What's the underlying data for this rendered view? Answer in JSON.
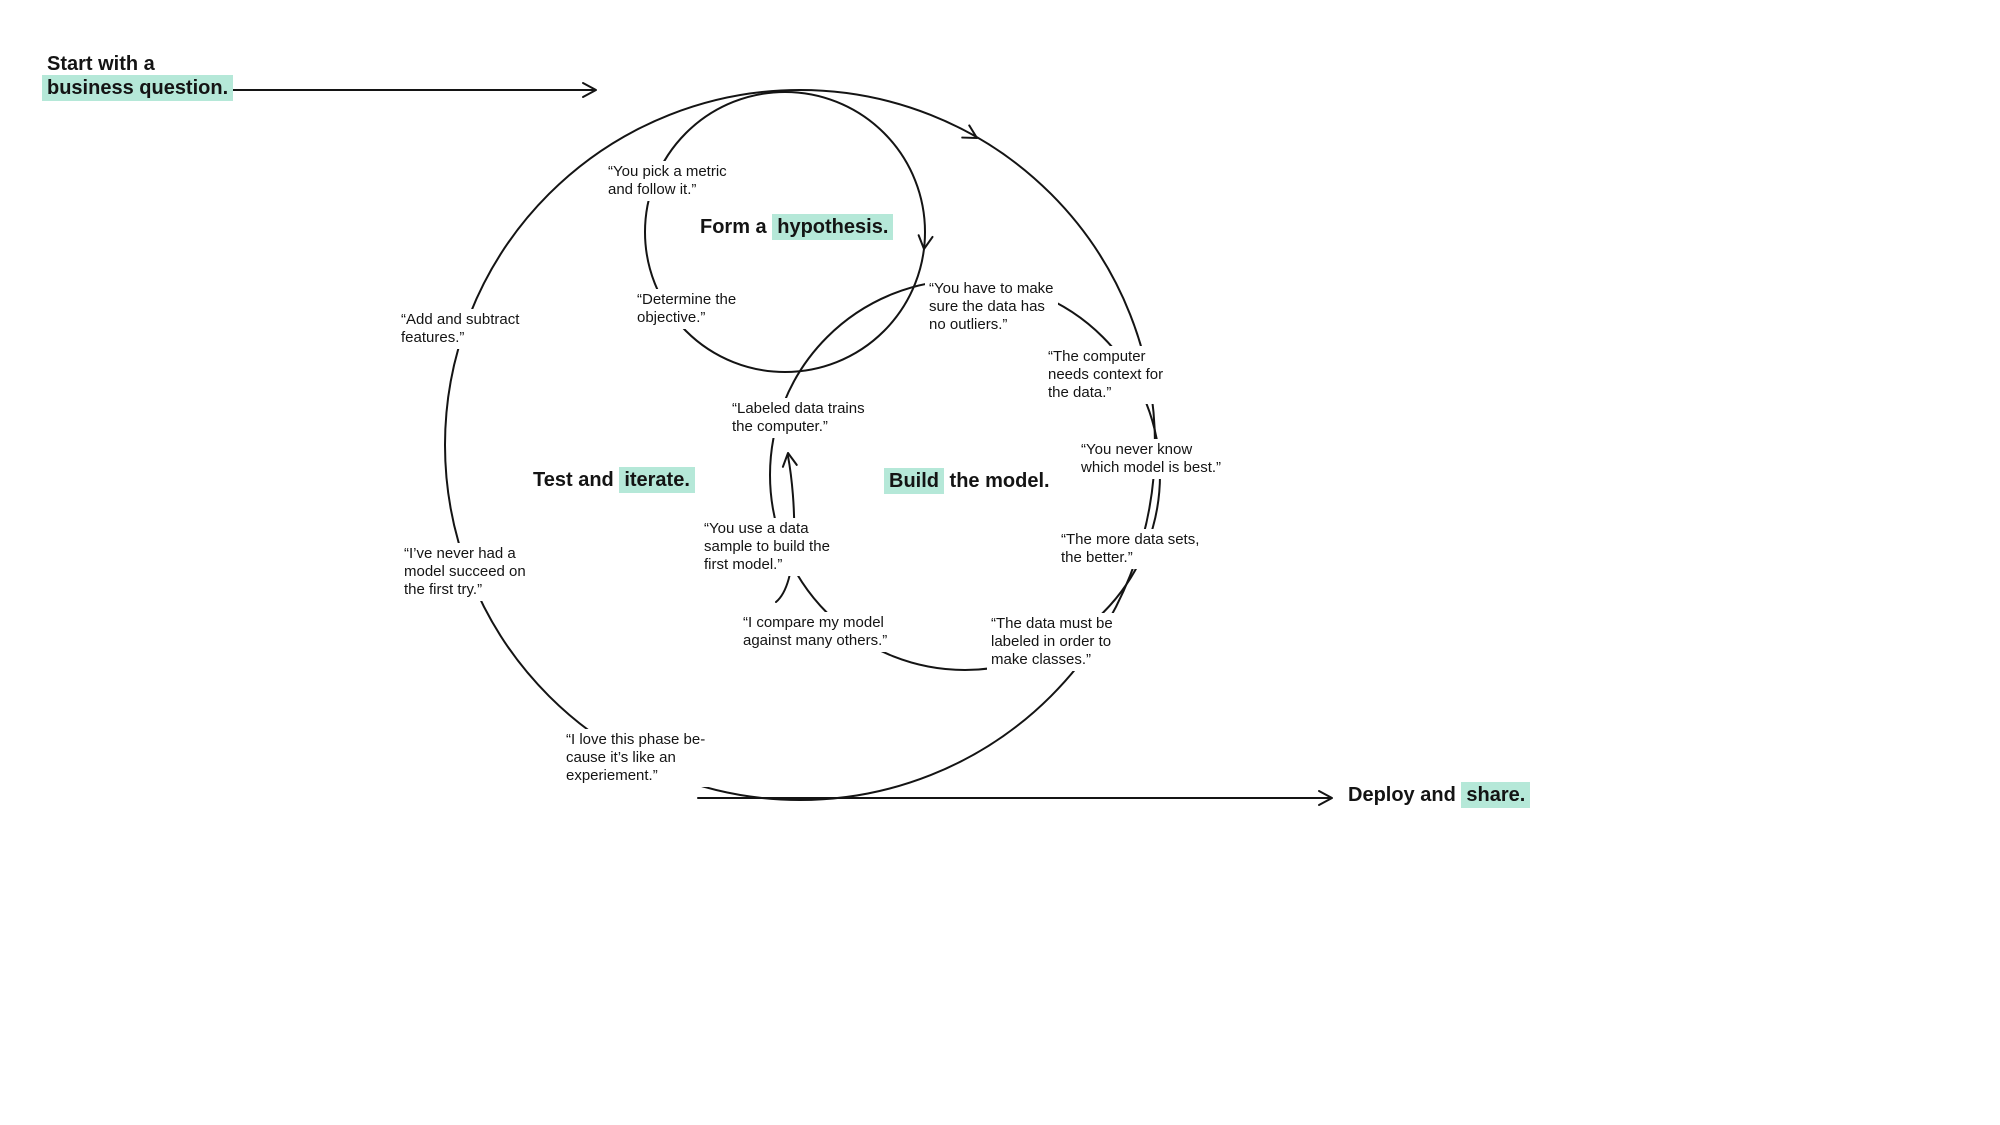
{
  "diagram": {
    "title": "Machine learning workflow loop",
    "colors": {
      "highlight": "#b5e8d8",
      "ink": "#141414",
      "background": "#ffffff"
    }
  },
  "stages": {
    "start": {
      "line1": "Start with a",
      "line2": "business question."
    },
    "hypothesis": {
      "pre": "Form a ",
      "highlight": "hypothesis."
    },
    "iterate": {
      "pre": "Test and ",
      "highlight": "iterate."
    },
    "build": {
      "highlight": "Build",
      "post": " the model."
    },
    "deploy": {
      "pre": "Deploy and ",
      "highlight": "share."
    }
  },
  "quotes": {
    "metric": {
      "text": "“You pick a metric\nand follow it.”"
    },
    "objective": {
      "text": "“Determine the\nobjective.”"
    },
    "outliers": {
      "text": "“You have to make\nsure the data has\nno outliers.”"
    },
    "context": {
      "text": "“The computer\nneeds context for\nthe data.”"
    },
    "features": {
      "text": "“Add and subtract\nfeatures.”"
    },
    "labeled": {
      "text": "“Labeled data trains\nthe computer.”"
    },
    "best": {
      "text": "“You never know\nwhich model is best.”"
    },
    "sample": {
      "text": "“You use a data\nsample to build the\nfirst model.”"
    },
    "datasets": {
      "text": "“The more data sets,\nthe better.”"
    },
    "firsttry": {
      "text": "“I’ve never had a\nmodel succeed on\nthe first try.”"
    },
    "compare": {
      "text": "“I compare my model\nagainst many others.”"
    },
    "classes": {
      "text": "“The data must be\nlabeled in order to\nmake classes.”"
    },
    "experiment": {
      "text": "“I love this phase be-\ncause it’s like an\nexperiement.”"
    }
  }
}
